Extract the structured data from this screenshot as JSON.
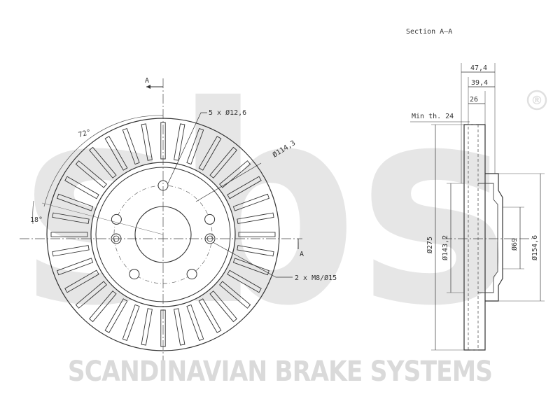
{
  "watermark": {
    "logo_text": "sbs",
    "registered_mark": "®",
    "footer_text": "SCANDINAVIAN BRAKE SYSTEMS"
  },
  "front_view": {
    "section_marker_top": "A",
    "section_marker_bottom": "A",
    "bolt_circle_holes": "5 x Ø12,6",
    "bolt_circle_diameter": "Ø114,3",
    "threaded_holes": "2 x M8/Ø15",
    "angle_large": "72°",
    "angle_small": "18°",
    "cooling_vanes": 36
  },
  "section_view": {
    "title": "Section A–A",
    "dim_total_height": "47,4",
    "dim_hat_height": "39,4",
    "dim_thickness": "26",
    "min_thickness": "Min th. 24",
    "dia_outer": "Ø275",
    "dia_hat": "Ø143,2",
    "dia_center": "Ø69",
    "dia_spigot": "Ø154,6"
  },
  "colors": {
    "line": "#333333",
    "watermark": "#e3e3e3",
    "footer": "#dadada"
  }
}
